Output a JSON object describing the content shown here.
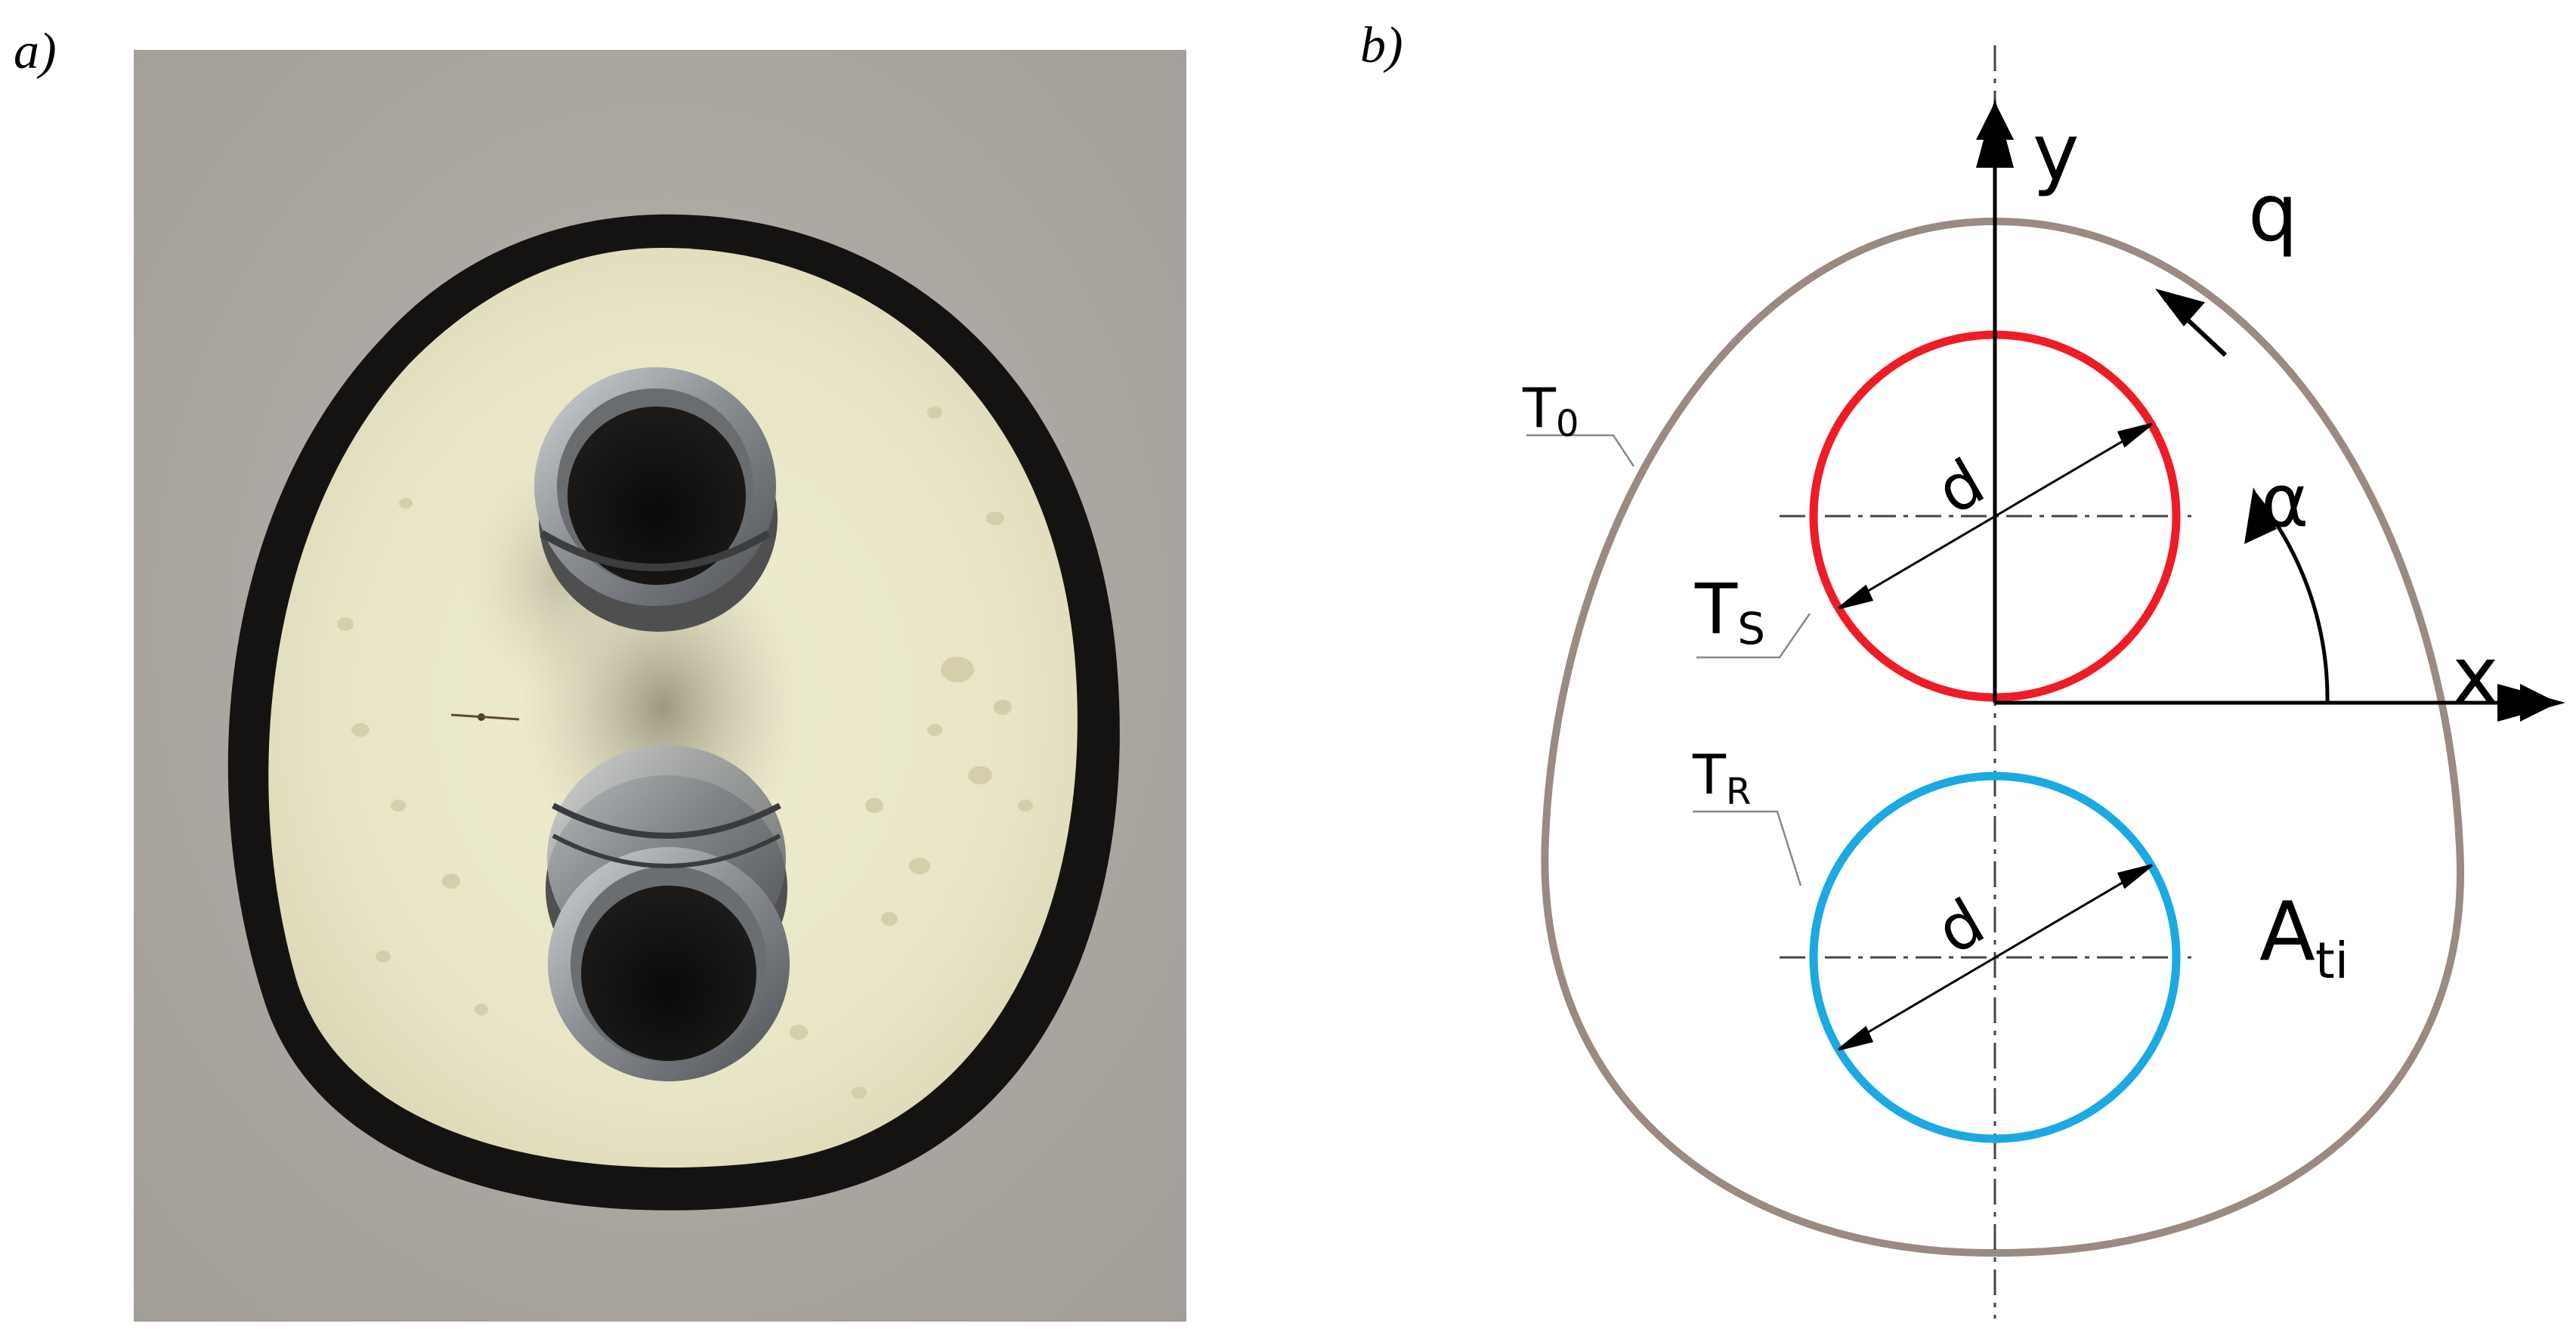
{
  "panels": {
    "a": {
      "label": "a)"
    },
    "b": {
      "label": "b)",
      "axis_y": "y",
      "axis_x": "x",
      "heat_flux": "q",
      "outer_temp": {
        "main": "T",
        "sub": "0"
      },
      "supply_temp": {
        "main": "T",
        "sub": "S"
      },
      "return_temp": {
        "main": "T",
        "sub": "R"
      },
      "area": {
        "main": "A",
        "sub": "ti"
      },
      "angle": "α",
      "diameter_supply": "d",
      "diameter_return": "d",
      "colors": {
        "outer_contour": "#9a8a82",
        "supply_pipe": "#ee1c25",
        "return_pipe": "#1ba9e1"
      }
    }
  }
}
